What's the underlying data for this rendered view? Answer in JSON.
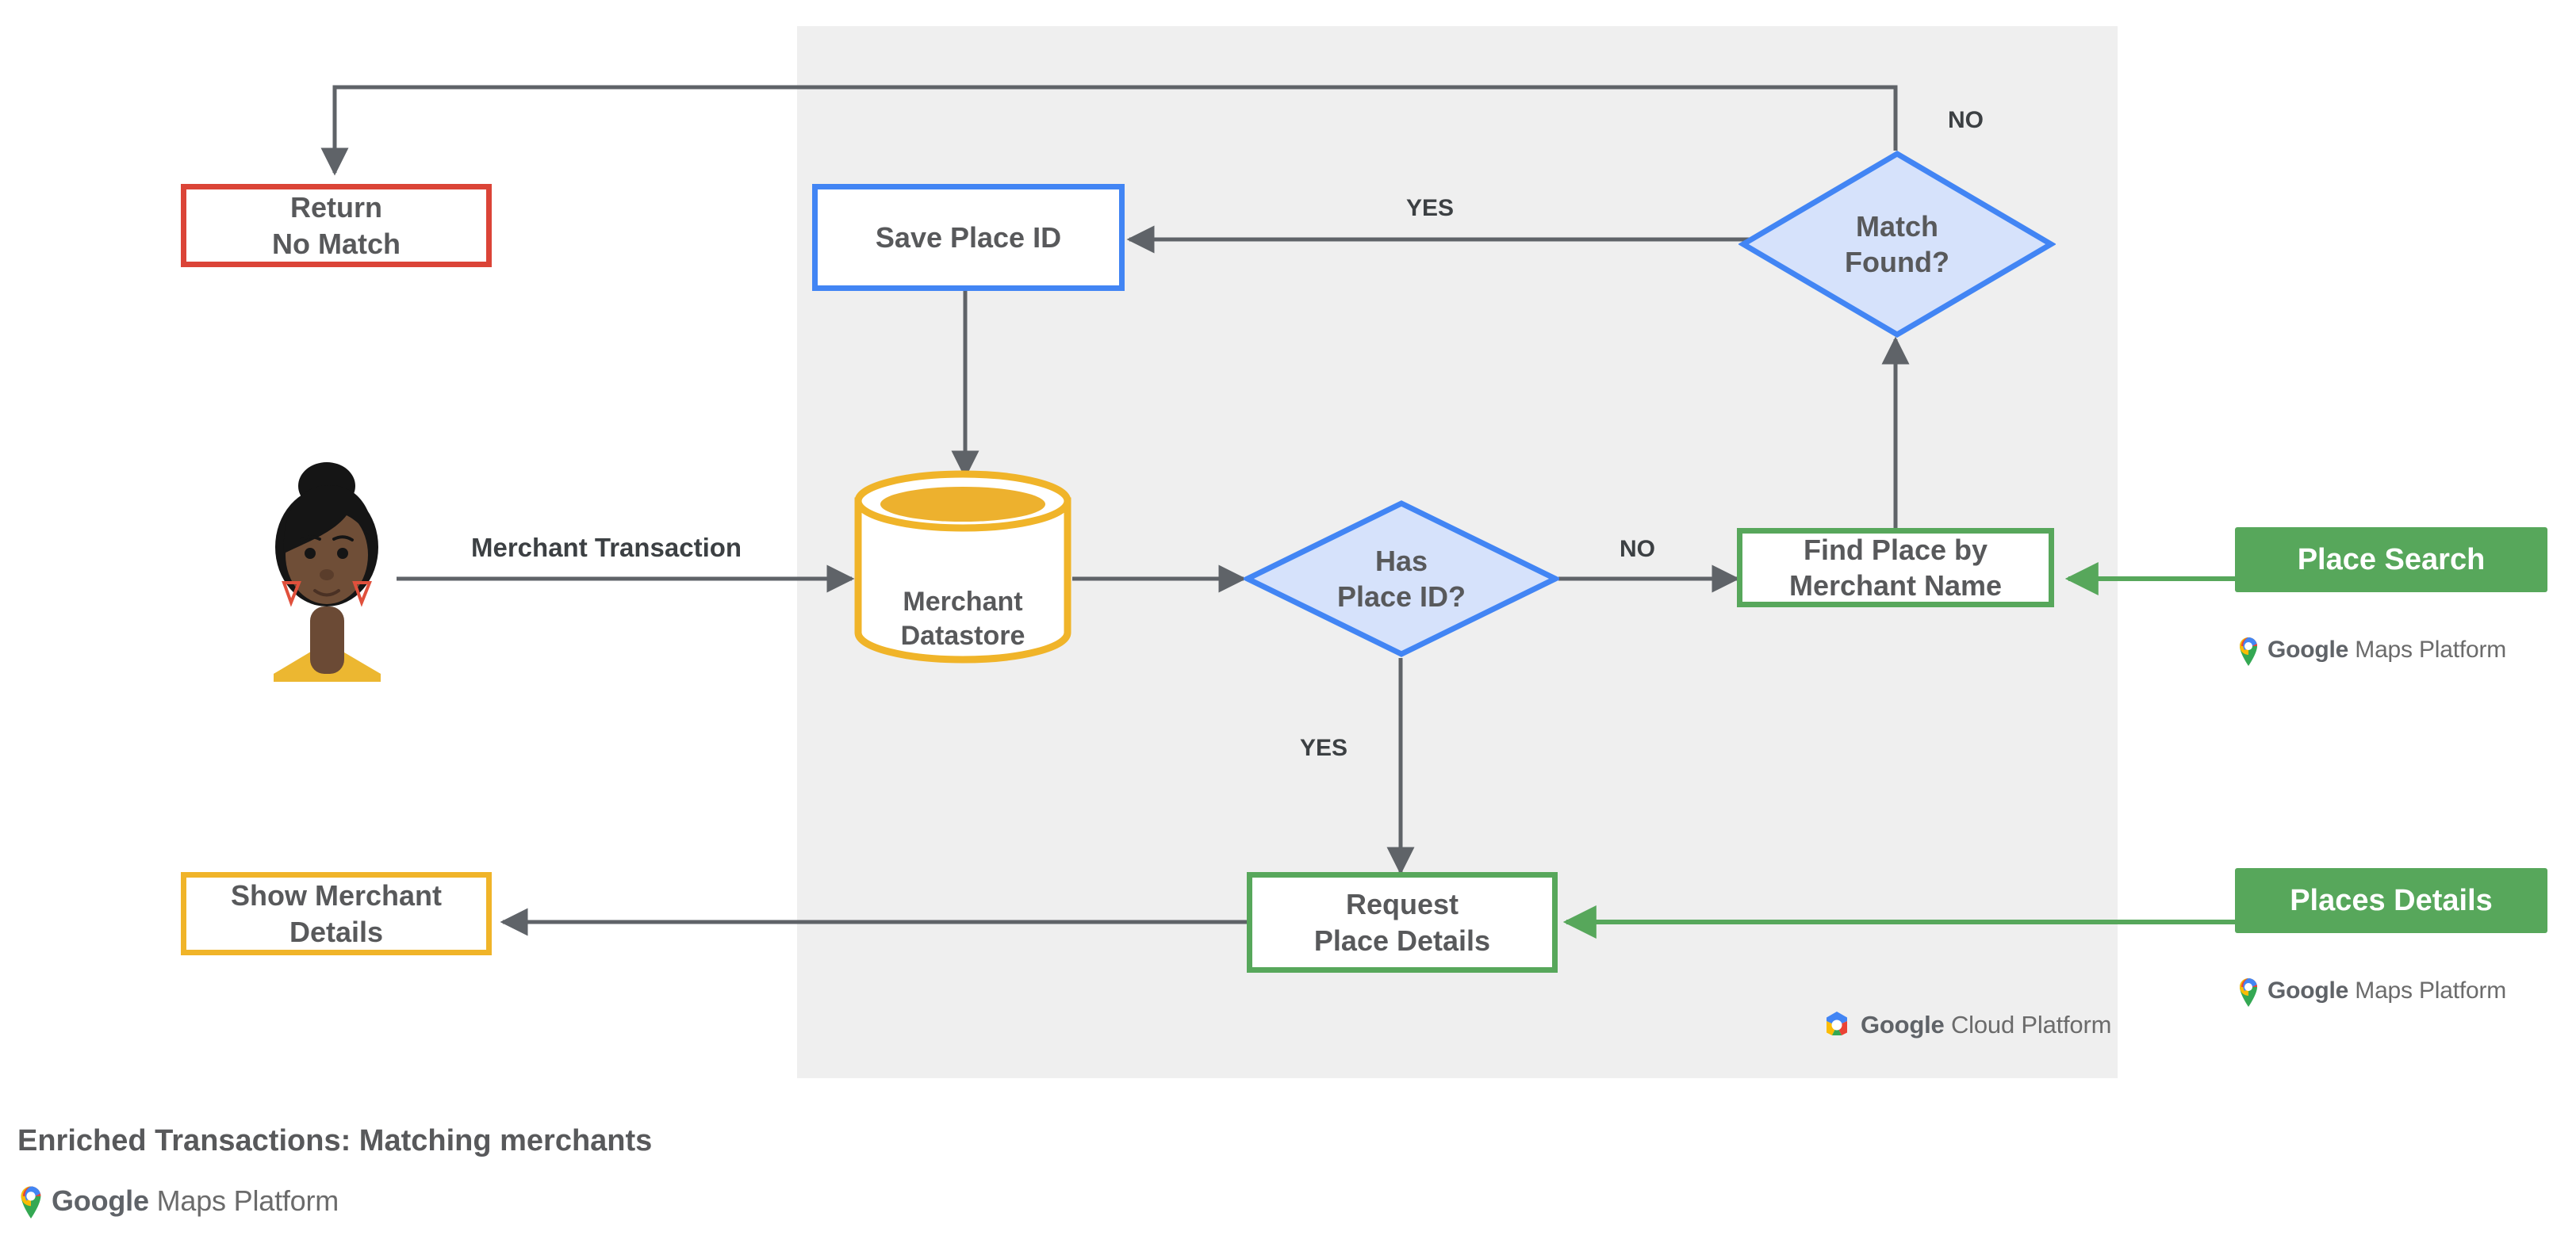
{
  "diagram": {
    "caption": "Enriched Transactions: Matching merchants",
    "platform_panel_label": "Google Cloud Platform",
    "colors": {
      "panel_background": "#efefef",
      "red": "#DB4437",
      "blue": "#4285F4",
      "blue_fill": "#D6E2FB",
      "green": "#57A75B",
      "yellow": "#F0B429",
      "arrow": "#5f6368",
      "text": "#58595b"
    },
    "actor": {
      "name": "customer-avatar",
      "skin": "#6F4E37",
      "hair": "#151515",
      "shirt": "#ECB731",
      "earring": "#E0503C"
    },
    "nodes": [
      {
        "id": "return-no-match",
        "label": "Return\nNo Match",
        "shape": "rect",
        "style": "red"
      },
      {
        "id": "save-place-id",
        "label": "Save Place ID",
        "shape": "rect",
        "style": "blue"
      },
      {
        "id": "match-found",
        "label": "Match\nFound?",
        "shape": "diamond",
        "style": "blue"
      },
      {
        "id": "merchant-datastore",
        "label": "Merchant\nDatastore",
        "shape": "cylinder",
        "style": "yellow"
      },
      {
        "id": "has-place-id",
        "label": "Has\nPlace ID?",
        "shape": "diamond",
        "style": "blue"
      },
      {
        "id": "find-place-by-merchant",
        "label": "Find Place by\nMerchant Name",
        "shape": "rect",
        "style": "green"
      },
      {
        "id": "request-place-details",
        "label": "Request\nPlace Details",
        "shape": "rect",
        "style": "green"
      },
      {
        "id": "show-merchant-details",
        "label": "Show Merchant\nDetails",
        "shape": "rect",
        "style": "yellow"
      }
    ],
    "service_chips": [
      {
        "id": "place-search",
        "label": "Place Search",
        "brand": "Google Maps Platform"
      },
      {
        "id": "places-details",
        "label": "Places Details",
        "brand": "Google Maps Platform"
      }
    ],
    "edge_labels": [
      {
        "id": "merchant-transaction",
        "text": "Merchant Transaction"
      },
      {
        "id": "match-found-no",
        "text": "NO"
      },
      {
        "id": "match-found-yes",
        "text": "YES"
      },
      {
        "id": "has-place-id-no",
        "text": "NO"
      },
      {
        "id": "has-place-id-yes",
        "text": "YES"
      }
    ],
    "brand": {
      "maps_google": "Google",
      "maps_suffix": " Maps Platform",
      "cloud_google": "Google",
      "cloud_suffix": " Cloud Platform"
    }
  }
}
